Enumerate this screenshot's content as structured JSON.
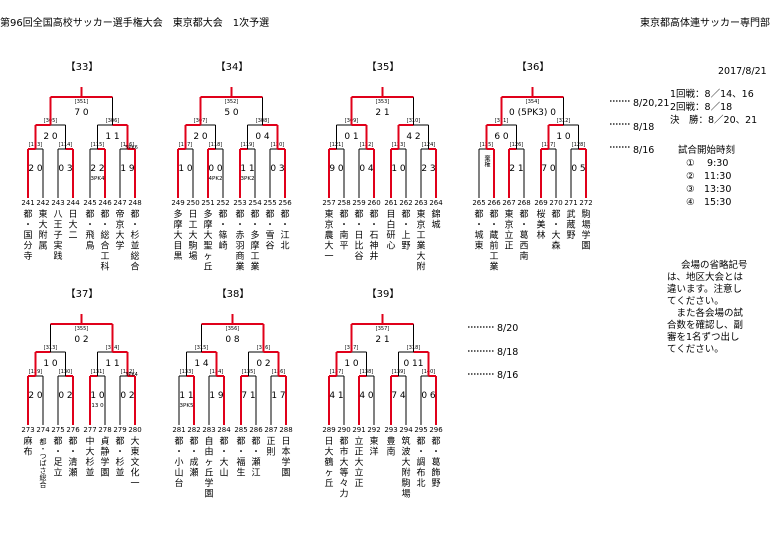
{
  "header": {
    "title": "第96回全国高校サッカー選手権大会　東京都大会　1次予選",
    "organizer": "東京都高体連サッカー専門部",
    "date": "2017/8/21"
  },
  "blocks": [
    {
      "label": "【33】",
      "top": {
        "id": "[351]",
        "score": "7 0"
      },
      "semis": [
        {
          "id": "[305]",
          "score": "2 0"
        },
        {
          "id": "[306]",
          "score": "1 1",
          "pk": "5PK6"
        }
      ],
      "quarters": [
        {
          "id": "[113]",
          "score": "2 0"
        },
        {
          "id": "[114]",
          "score": "0 3"
        },
        {
          "id": "[115]",
          "score": "2 2",
          "pk": "3PK4"
        },
        {
          "id": "[116]",
          "score": "1 9"
        }
      ],
      "teams": [
        {
          "no": "241",
          "name": "都・国分寺"
        },
        {
          "no": "242",
          "name": "東大附属"
        },
        {
          "no": "243",
          "name": "八王子実践"
        },
        {
          "no": "244",
          "name": "日大二"
        },
        {
          "no": "245",
          "name": "都・飛鳥"
        },
        {
          "no": "246",
          "name": "都・総合工科"
        },
        {
          "no": "247",
          "name": "帝京大学"
        },
        {
          "no": "248",
          "name": "都・杉並総合"
        }
      ]
    },
    {
      "label": "【34】",
      "top": {
        "id": "[352]",
        "score": "5 0"
      },
      "semis": [
        {
          "id": "[307]",
          "score": "2 0"
        },
        {
          "id": "[308]",
          "score": "0 4"
        }
      ],
      "quarters": [
        {
          "id": "[117]",
          "score": "1 0"
        },
        {
          "id": "[118]",
          "score": "0 0",
          "pk": "4PK2"
        },
        {
          "id": "[119]",
          "score": "1 1",
          "pk": "3PK2"
        },
        {
          "id": "[120]",
          "score": "0 3"
        }
      ],
      "teams": [
        {
          "no": "249",
          "name": "多摩大目黒"
        },
        {
          "no": "250",
          "name": "日工大駒場"
        },
        {
          "no": "251",
          "name": "多摩大聖ヶ丘"
        },
        {
          "no": "252",
          "name": "都・篠崎"
        },
        {
          "no": "253",
          "name": "都・赤羽商業"
        },
        {
          "no": "254",
          "name": "都・多摩工業"
        },
        {
          "no": "255",
          "name": "都・雪谷"
        },
        {
          "no": "256",
          "name": "都・江北"
        }
      ]
    },
    {
      "label": "【35】",
      "top": {
        "id": "[353]",
        "score": "2 1"
      },
      "semis": [
        {
          "id": "[309]",
          "score": "0 1"
        },
        {
          "id": "[310]",
          "score": "4 2"
        }
      ],
      "quarters": [
        {
          "id": "[121]",
          "score": "9 0"
        },
        {
          "id": "[122]",
          "score": "0 4"
        },
        {
          "id": "[123]",
          "score": "1 0"
        },
        {
          "id": "[124]",
          "score": "2 3"
        }
      ],
      "teams": [
        {
          "no": "257",
          "name": "東京農大一"
        },
        {
          "no": "258",
          "name": "都・南平"
        },
        {
          "no": "259",
          "name": "都・日比谷"
        },
        {
          "no": "260",
          "name": "都・石神井"
        },
        {
          "no": "261",
          "name": "目白研心"
        },
        {
          "no": "262",
          "name": "都・上野"
        },
        {
          "no": "263",
          "name": "東京工業大附"
        },
        {
          "no": "264",
          "name": "錦城"
        }
      ]
    },
    {
      "label": "【36】",
      "top": {
        "id": "[354]",
        "score": "0 (5PK3) 0"
      },
      "semis": [
        {
          "id": "[311]",
          "score": "6 0"
        },
        {
          "id": "[312]",
          "score": "1 0"
        }
      ],
      "quarters": [
        {
          "id": "[125]",
          "score": "棄権"
        },
        {
          "id": "[126]",
          "score": "2 1"
        },
        {
          "id": "[127]",
          "score": "7 0"
        },
        {
          "id": "[128]",
          "score": "0 5"
        }
      ],
      "teams": [
        {
          "no": "265",
          "name": "都・城東"
        },
        {
          "no": "266",
          "name": "都・蔵前工業"
        },
        {
          "no": "267",
          "name": "東京立正"
        },
        {
          "no": "268",
          "name": "都・葛西南"
        },
        {
          "no": "269",
          "name": "桜美林"
        },
        {
          "no": "270",
          "name": "都・大森"
        },
        {
          "no": "271",
          "name": "武蔵野"
        },
        {
          "no": "272",
          "name": "駒場学園"
        }
      ]
    },
    {
      "label": "【37】",
      "top": {
        "id": "[355]",
        "score": "0 2"
      },
      "semis": [
        {
          "id": "[313]",
          "score": "1 0"
        },
        {
          "id": "[314]",
          "score": "1 1",
          "pk": "3PK4"
        }
      ],
      "quarters": [
        {
          "id": "[129]",
          "score": "2 0"
        },
        {
          "id": "[130]",
          "score": "0 2"
        },
        {
          "id": "[131]",
          "score": "1 0",
          "pk": "13 0"
        },
        {
          "id": "[132]",
          "score": "0 2"
        }
      ],
      "teams": [
        {
          "no": "273",
          "name": "麻布"
        },
        {
          "no": "274",
          "name": "都・つばさ総合"
        },
        {
          "no": "275",
          "name": "都・足立"
        },
        {
          "no": "276",
          "name": "都・清瀬"
        },
        {
          "no": "277",
          "name": "中大杉並"
        },
        {
          "no": "278",
          "name": "貞静学園"
        },
        {
          "no": "279",
          "name": "都・杉並"
        },
        {
          "no": "280",
          "name": "大東文化一"
        }
      ]
    },
    {
      "label": "【38】",
      "top": {
        "id": "[356]",
        "score": "0 8"
      },
      "semis": [
        {
          "id": "[315]",
          "score": "1 4"
        },
        {
          "id": "[316]",
          "score": "0 2"
        }
      ],
      "quarters": [
        {
          "id": "[133]",
          "score": "1 1",
          "pk": "3PK5"
        },
        {
          "id": "[134]",
          "score": "1 9"
        },
        {
          "id": "[135]",
          "score": "7 1"
        },
        {
          "id": "[136]",
          "score": "1 7"
        }
      ],
      "teams": [
        {
          "no": "281",
          "name": "都・小山台"
        },
        {
          "no": "282",
          "name": "都・成瀬"
        },
        {
          "no": "283",
          "name": "自由ヶ丘学園"
        },
        {
          "no": "284",
          "name": "都・大山"
        },
        {
          "no": "285",
          "name": "都・福生"
        },
        {
          "no": "286",
          "name": "都・瀬江"
        },
        {
          "no": "287",
          "name": "正則"
        },
        {
          "no": "288",
          "name": "日本学園"
        }
      ]
    },
    {
      "label": "【39】",
      "top": {
        "id": "[357]",
        "score": "2 1"
      },
      "semis": [
        {
          "id": "[317]",
          "score": "1 0"
        },
        {
          "id": "[318]",
          "score": "0 11"
        }
      ],
      "quarters": [
        {
          "id": "[137]",
          "score": "4 1"
        },
        {
          "id": "[138]",
          "score": "4 0"
        },
        {
          "id": "[139]",
          "score": "7 4"
        },
        {
          "id": "[140]",
          "score": "0 6"
        }
      ],
      "teams": [
        {
          "no": "289",
          "name": "日大鶴ヶ丘"
        },
        {
          "no": "290",
          "name": "都市大等々力"
        },
        {
          "no": "291",
          "name": "立正大立正"
        },
        {
          "no": "292",
          "name": "東洋"
        },
        {
          "no": "293",
          "name": "豊南"
        },
        {
          "no": "294",
          "name": "筑波大附駒場"
        },
        {
          "no": "295",
          "name": "都・調布北"
        },
        {
          "no": "296",
          "name": "都・葛飾野"
        }
      ]
    }
  ],
  "round_dates_top": [
    "8/20,21",
    "8/18",
    "8/16"
  ],
  "round_dates_bottom": [
    "8/20",
    "8/18",
    "8/16"
  ],
  "schedule": {
    "rounds": [
      "1回戦：8／14、16",
      "2回戦：8／18",
      "決　勝：8／20、21"
    ],
    "kickoff_title": "試合開始時刻",
    "kickoff": [
      "①　 9:30",
      "②　11:30",
      "③　13:30",
      "④　15:30"
    ]
  },
  "notes": [
    "会場の省略記号",
    "は、地区大会とは",
    "違います。注意し",
    "てください。",
    "　また各会場の試",
    "合数を確認し、副",
    "審を1名ずつ出し",
    "てください。"
  ],
  "colors": {
    "winner_line": "#e0001a",
    "loser_line": "#000000"
  }
}
